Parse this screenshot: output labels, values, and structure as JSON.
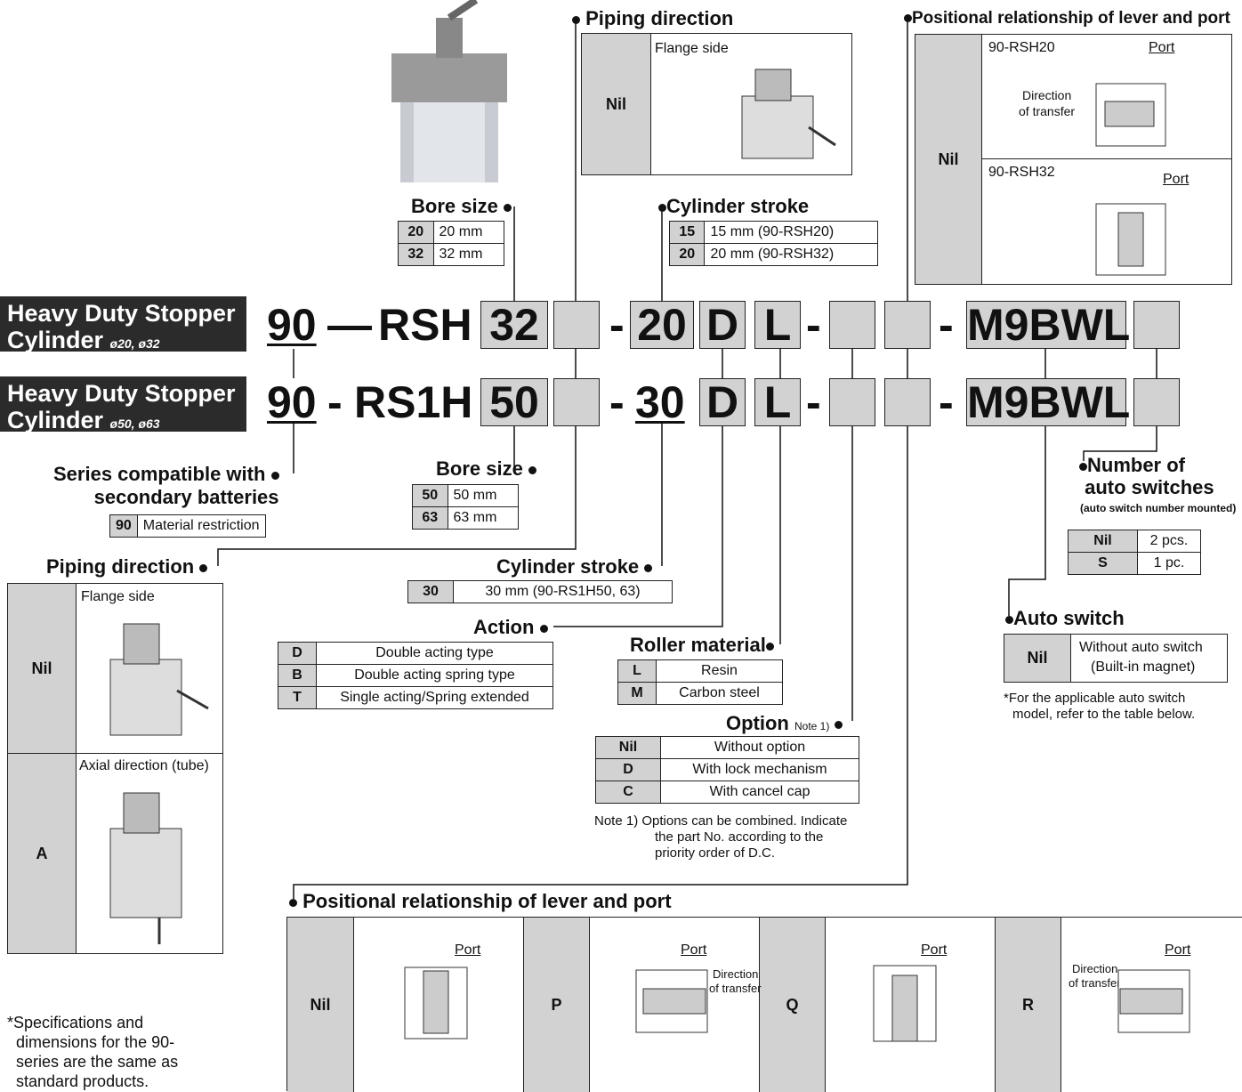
{
  "banners": [
    {
      "title": "Heavy Duty Stopper",
      "title2": "Cylinder",
      "sizes": "ø20, ø32"
    },
    {
      "title": "Heavy Duty Stopper",
      "title2": "Cylinder",
      "sizes": "ø50, ø63"
    }
  ],
  "row1": {
    "prefix": "90",
    "dash": "—",
    "model": "RSH",
    "bore": "32",
    "dash2": "-",
    "stroke": "20",
    "action": "D",
    "roller": "L",
    "dash3": "-",
    "dash4": "-",
    "switch": "M9BWL"
  },
  "row2": {
    "prefix": "90",
    "dash": "-",
    "model": "RS1H",
    "bore": "50",
    "dash2": "-",
    "stroke": "30",
    "action": "D",
    "roller": "L",
    "dash3": "-",
    "dash4": "-",
    "switch": "M9BWL"
  },
  "bore_top": {
    "title": "Bore size",
    "rows": [
      {
        "k": "20",
        "v": "20 mm"
      },
      {
        "k": "32",
        "v": "32 mm"
      }
    ]
  },
  "piping_top": {
    "title": "Piping direction",
    "key": "Nil",
    "label": "Flange side"
  },
  "stroke_top": {
    "title": "Cylinder stroke",
    "rows": [
      {
        "k": "15",
        "v": "15 mm (90-RSH20)"
      },
      {
        "k": "20",
        "v": "20 mm (90-RSH32)"
      }
    ]
  },
  "lever_top": {
    "title": "Positional relationship of lever and port",
    "key": "Nil",
    "m1": "90-RSH20",
    "m2": "90-RSH32",
    "port": "Port",
    "dir1": "Direction",
    "dir2": "of transfer"
  },
  "series": {
    "title1": "Series compatible with",
    "title2": "secondary batteries",
    "k": "90",
    "v": "Material restriction"
  },
  "bore_bottom": {
    "title": "Bore size",
    "rows": [
      {
        "k": "50",
        "v": "50 mm"
      },
      {
        "k": "63",
        "v": "63 mm"
      }
    ]
  },
  "piping_left": {
    "title": "Piping direction",
    "rows": [
      {
        "k": "Nil",
        "label": "Flange side"
      },
      {
        "k": "A",
        "label": "Axial direction (tube)"
      }
    ]
  },
  "stroke_bottom": {
    "title": "Cylinder stroke",
    "k": "30",
    "v": "30 mm (90-RS1H50, 63)"
  },
  "action": {
    "title": "Action",
    "rows": [
      {
        "k": "D",
        "v": "Double acting type"
      },
      {
        "k": "B",
        "v": "Double acting spring type"
      },
      {
        "k": "T",
        "v": "Single acting/Spring extended"
      }
    ]
  },
  "roller": {
    "title": "Roller material",
    "rows": [
      {
        "k": "L",
        "v": "Resin"
      },
      {
        "k": "M",
        "v": "Carbon steel"
      }
    ]
  },
  "option": {
    "title": "Option",
    "note_ref": "Note 1)",
    "rows": [
      {
        "k": "Nil",
        "v": "Without option"
      },
      {
        "k": "D",
        "v": "With lock mechanism"
      },
      {
        "k": "C",
        "v": "With cancel cap"
      }
    ],
    "note1": "Note 1) Options can be combined. Indicate",
    "note2": "the part No. according to the",
    "note3": "priority order of D.C."
  },
  "num_switch": {
    "title1": "Number of",
    "title2": "auto switches",
    "sub": "(auto switch number mounted)",
    "rows": [
      {
        "k": "Nil",
        "v": "2 pcs."
      },
      {
        "k": "S",
        "v": "1 pc."
      }
    ]
  },
  "auto_switch": {
    "title": "Auto switch",
    "k": "Nil",
    "v1": "Without auto switch",
    "v2": "(Built-in magnet)",
    "note1": "*For the applicable auto switch",
    "note2": "model, refer to the table below."
  },
  "lever_bottom": {
    "title": "Positional relationship of lever and port",
    "cells": [
      {
        "k": "Nil"
      },
      {
        "k": "P"
      },
      {
        "k": "Q"
      },
      {
        "k": "R"
      }
    ],
    "port": "Port",
    "dir1": "Direction",
    "dir2": "of transfer"
  },
  "footnote": [
    "*Specifications and",
    "dimensions for the 90-",
    "series are the same as",
    "standard products."
  ]
}
